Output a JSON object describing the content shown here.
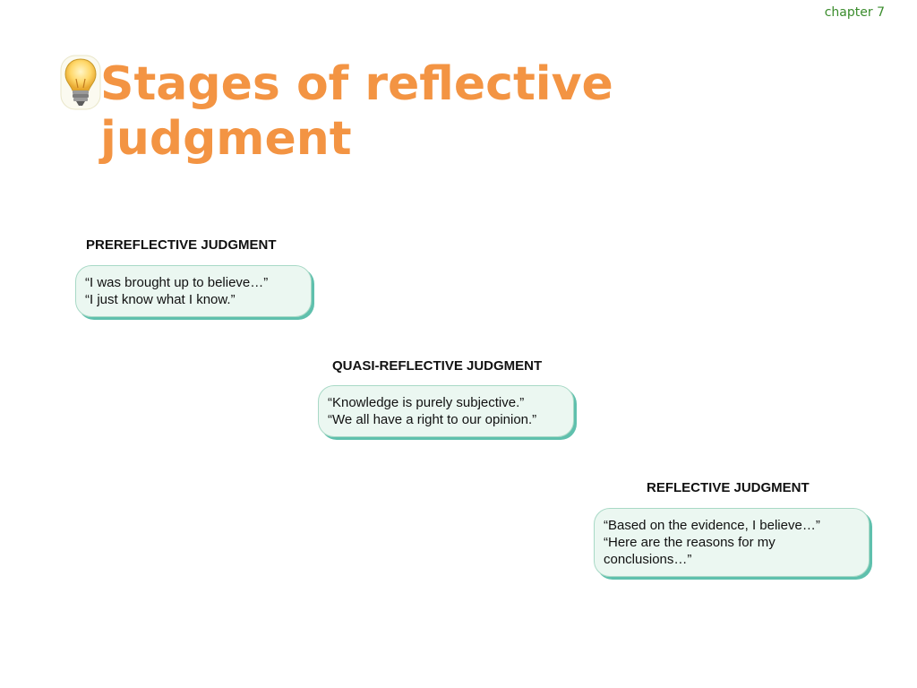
{
  "header": {
    "chapter_label": "chapter 7"
  },
  "title": {
    "line1": "Stages of reflective",
    "line2": "judgment"
  },
  "stages": [
    {
      "label": "PREREFLECTIVE JUDGMENT",
      "lines": [
        "“I was brought up to believe…”",
        "“I just know what I know.”"
      ]
    },
    {
      "label": "QUASI-REFLECTIVE JUDGMENT",
      "lines": [
        "“Knowledge is purely subjective.”",
        "“We all have a right to our opinion.”"
      ]
    },
    {
      "label": "REFLECTIVE JUDGMENT",
      "lines": [
        "“Based on the evidence, I believe…”",
        "“Here are the reasons for my",
        "conclusions…”"
      ]
    }
  ],
  "colors": {
    "title": "#f39443",
    "chapter": "#3a8c2c",
    "bubble_fill": "#ebf7f1",
    "bubble_shadow": "#5fc0ad"
  },
  "icons": {
    "title_icon": "lightbulb-icon"
  }
}
